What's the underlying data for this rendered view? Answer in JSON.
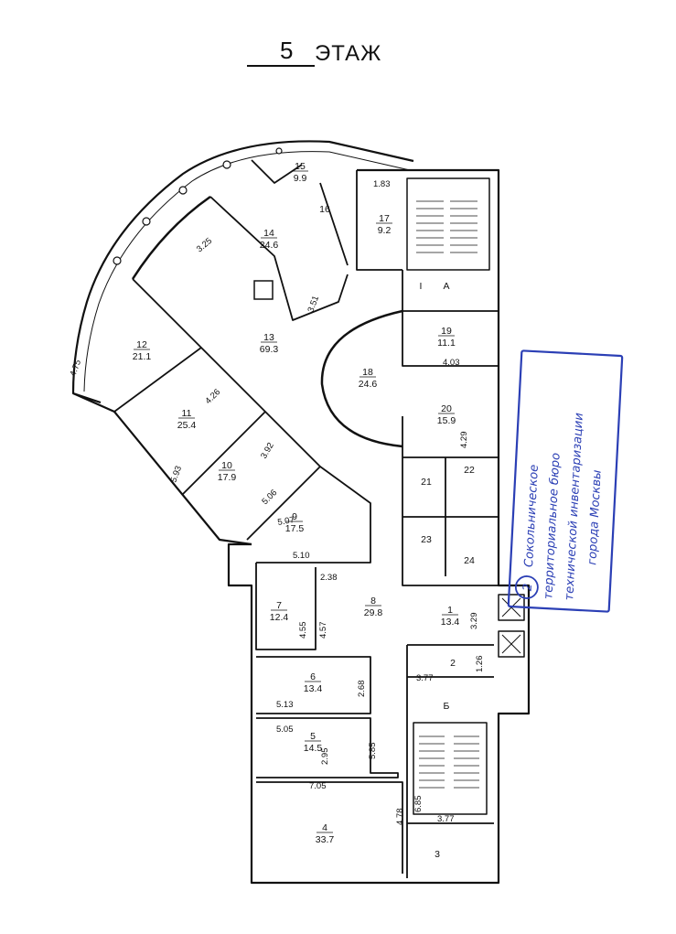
{
  "title": {
    "number": "5",
    "word": "ЭТАЖ"
  },
  "rooms": [
    {
      "n": "1",
      "a": "13.4"
    },
    {
      "n": "2",
      "a": ""
    },
    {
      "n": "3",
      "a": ""
    },
    {
      "n": "4",
      "a": "33.7"
    },
    {
      "n": "5",
      "a": "14.5"
    },
    {
      "n": "6",
      "a": "13.4"
    },
    {
      "n": "7",
      "a": "12.4"
    },
    {
      "n": "8",
      "a": "29.8"
    },
    {
      "n": "9",
      "a": "17.5"
    },
    {
      "n": "10",
      "a": "17.9"
    },
    {
      "n": "11",
      "a": "25.4"
    },
    {
      "n": "12",
      "a": "21.1"
    },
    {
      "n": "13",
      "a": "69.3"
    },
    {
      "n": "14",
      "a": "24.6"
    },
    {
      "n": "15",
      "a": "9.9"
    },
    {
      "n": "16",
      "a": ""
    },
    {
      "n": "17",
      "a": "9.2"
    },
    {
      "n": "18",
      "a": "24.6"
    },
    {
      "n": "19",
      "a": "11.1"
    },
    {
      "n": "20",
      "a": "15.9"
    },
    {
      "n": "21",
      "a": ""
    },
    {
      "n": "22",
      "a": ""
    },
    {
      "n": "23",
      "a": ""
    },
    {
      "n": "24",
      "a": ""
    }
  ],
  "stairs": {
    "a": "А",
    "b": "Б",
    "i": "I"
  },
  "dims": [
    "1.83",
    "3.25",
    "3.51",
    "4.75",
    "4.26",
    "3.92",
    "5.93",
    "5.06",
    "5.07",
    "5.10",
    "2.38",
    "4.03",
    "4.29",
    "3.29",
    "4.55",
    "4.57",
    "3.77",
    "1.26",
    "2.68",
    "5.13",
    "5.05",
    "2.95",
    "5.85",
    "7.05",
    "6.85",
    "3.77",
    "4.78"
  ],
  "stamp": {
    "number": "2",
    "lines": [
      "Сокольническое",
      "территориальное бюро",
      "технической инвентаризации",
      "города Москвы"
    ]
  },
  "colors": {
    "ink": "#111111",
    "stamp": "#2b3fb5"
  }
}
